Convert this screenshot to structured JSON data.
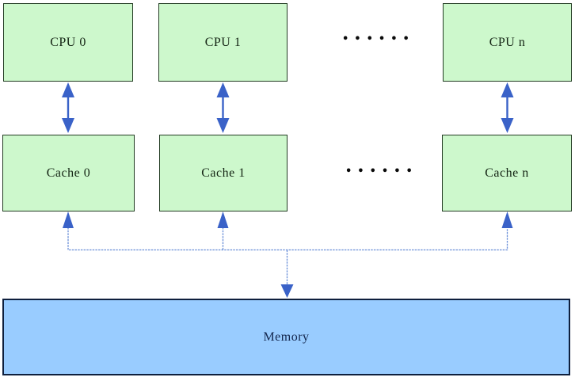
{
  "diagram": {
    "cpus": [
      {
        "label": "CPU 0"
      },
      {
        "label": "CPU 1"
      },
      {
        "label": "CPU n"
      }
    ],
    "caches": [
      {
        "label": "Cache 0"
      },
      {
        "label": "Cache 1"
      },
      {
        "label": "Cache n"
      }
    ],
    "memory": {
      "label": "Memory"
    },
    "ellipsis": {
      "cpu_row": "••••••",
      "cache_row": "••••••"
    },
    "colors": {
      "box_fill": "#cdf8cc",
      "box_border": "#233c23",
      "memory_fill": "#99ccff",
      "memory_border": "#0e1f3d",
      "arrow": "#3a62c8",
      "bus": "#6a8fd8"
    }
  }
}
